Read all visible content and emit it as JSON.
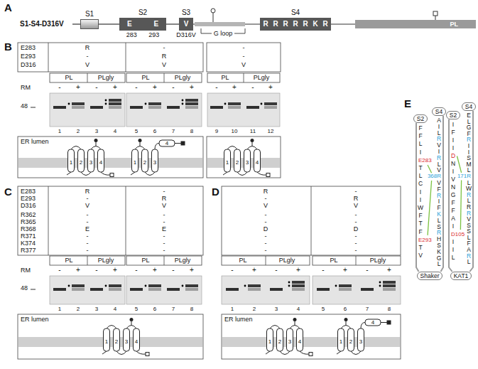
{
  "diagram": {
    "nodes": [
      {
        "text": [
          "S1"
        ]
      },
      {
        "text": [
          "S2",
          "E E",
          "283 293"
        ]
      },
      {
        "text": [
          "S3",
          "V",
          "D316V"
        ]
      },
      {
        "text": [
          "S4",
          "R R R R R K R"
        ]
      },
      {
        "text": [
          "PL"
        ]
      },
      {
        "text": [
          "S2"
        ]
      },
      {
        "text": [
          "S4"
        ]
      },
      {
        "text": [
          "S2"
        ]
      },
      {
        "text": [
          "S4"
        ]
      },
      {
        "text": [
          "Shaker"
        ]
      },
      {
        "text": [
          "KAT1"
        ]
      }
    ],
    "edges": [
      {
        "from": 0,
        "to": 1,
        "arrow": "none"
      },
      {
        "from": 1,
        "to": 2,
        "arrow": "none"
      },
      {
        "from": 2,
        "to": 3,
        "arrow": "none"
      },
      {
        "from": 3,
        "to": 4,
        "arrow": "none"
      },
      {
        "from": 5,
        "to": 9,
        "arrow": "none"
      },
      {
        "from": 6,
        "to": 9,
        "arrow": "none"
      },
      {
        "from": 7,
        "to": 10,
        "arrow": "none"
      },
      {
        "from": 8,
        "to": 10,
        "arrow": "none"
      }
    ],
    "labels": [
      "A",
      "S1-S4-D316V",
      "G loop",
      "B",
      "E283",
      "E293",
      "D316",
      "R",
      "-",
      "V",
      "-",
      "R",
      "V",
      "-",
      "-",
      "V",
      "PL",
      "PLgly",
      "PL",
      "PLgly",
      "PL",
      "PLgly",
      "RM",
      "-",
      "+",
      "-",
      "+",
      "-",
      "+",
      "-",
      "+",
      "-",
      "+",
      "-",
      "+",
      "48",
      "1",
      "2",
      "3",
      "4",
      "5",
      "6",
      "7",
      "8",
      "9",
      "10",
      "11",
      "12",
      "ER lumen",
      "1",
      "2",
      "3",
      "4",
      "1",
      "2",
      "3",
      "4",
      "1",
      "2",
      "3",
      "4",
      "C",
      "E283",
      "E293",
      "D316",
      "R362",
      "R365",
      "R368",
      "R371",
      "K374",
      "R377",
      "R",
      "-",
      "V",
      "-",
      "-",
      "E",
      "-",
      "-",
      "-",
      "-",
      "R",
      "V",
      "-",
      "-",
      "E",
      "-",
      "-",
      "-",
      "PL",
      "PLgly",
      "PL",
      "PLgly",
      "RM",
      "-",
      "+",
      "-",
      "+",
      "-",
      "+",
      "-",
      "+",
      "48",
      "1",
      "2",
      "3",
      "4",
      "5",
      "6",
      "7",
      "8",
      "ER lumen",
      "1",
      "2",
      "3",
      "4",
      "D",
      "R",
      "-",
      "V",
      "-",
      "-",
      "D",
      "-",
      "-",
      "-",
      "-",
      "R",
      "V",
      "-",
      "-",
      "D",
      "-",
      "-",
      "-",
      "PL",
      "PLgly",
      "PL",
      "PLgly",
      "-",
      "+",
      "-",
      "+",
      "-",
      "+",
      "-",
      "+",
      "1",
      "2",
      "3",
      "4",
      "5",
      "6",
      "7",
      "8",
      "ER lumen",
      "1",
      "2",
      "3",
      "4",
      "1",
      "2",
      "3",
      "4",
      "E",
      "F F L I",
      "E283",
      "T L C I I W F T F",
      "E293",
      "T V",
      "A I L",
      "R",
      "V I",
      "R",
      "L V",
      "368R",
      "V F",
      "R",
      "I F",
      "K",
      "L S",
      "R",
      "H S K G L",
      "I F I I",
      "D",
      "N I V N G F F A I",
      "D105",
      "I I L",
      "E L G F",
      "R",
      "I I S M L",
      "171R",
      "L W",
      "R",
      "L",
      "R",
      "R",
      "V S S L F A",
      "R",
      "L"
    ]
  }
}
